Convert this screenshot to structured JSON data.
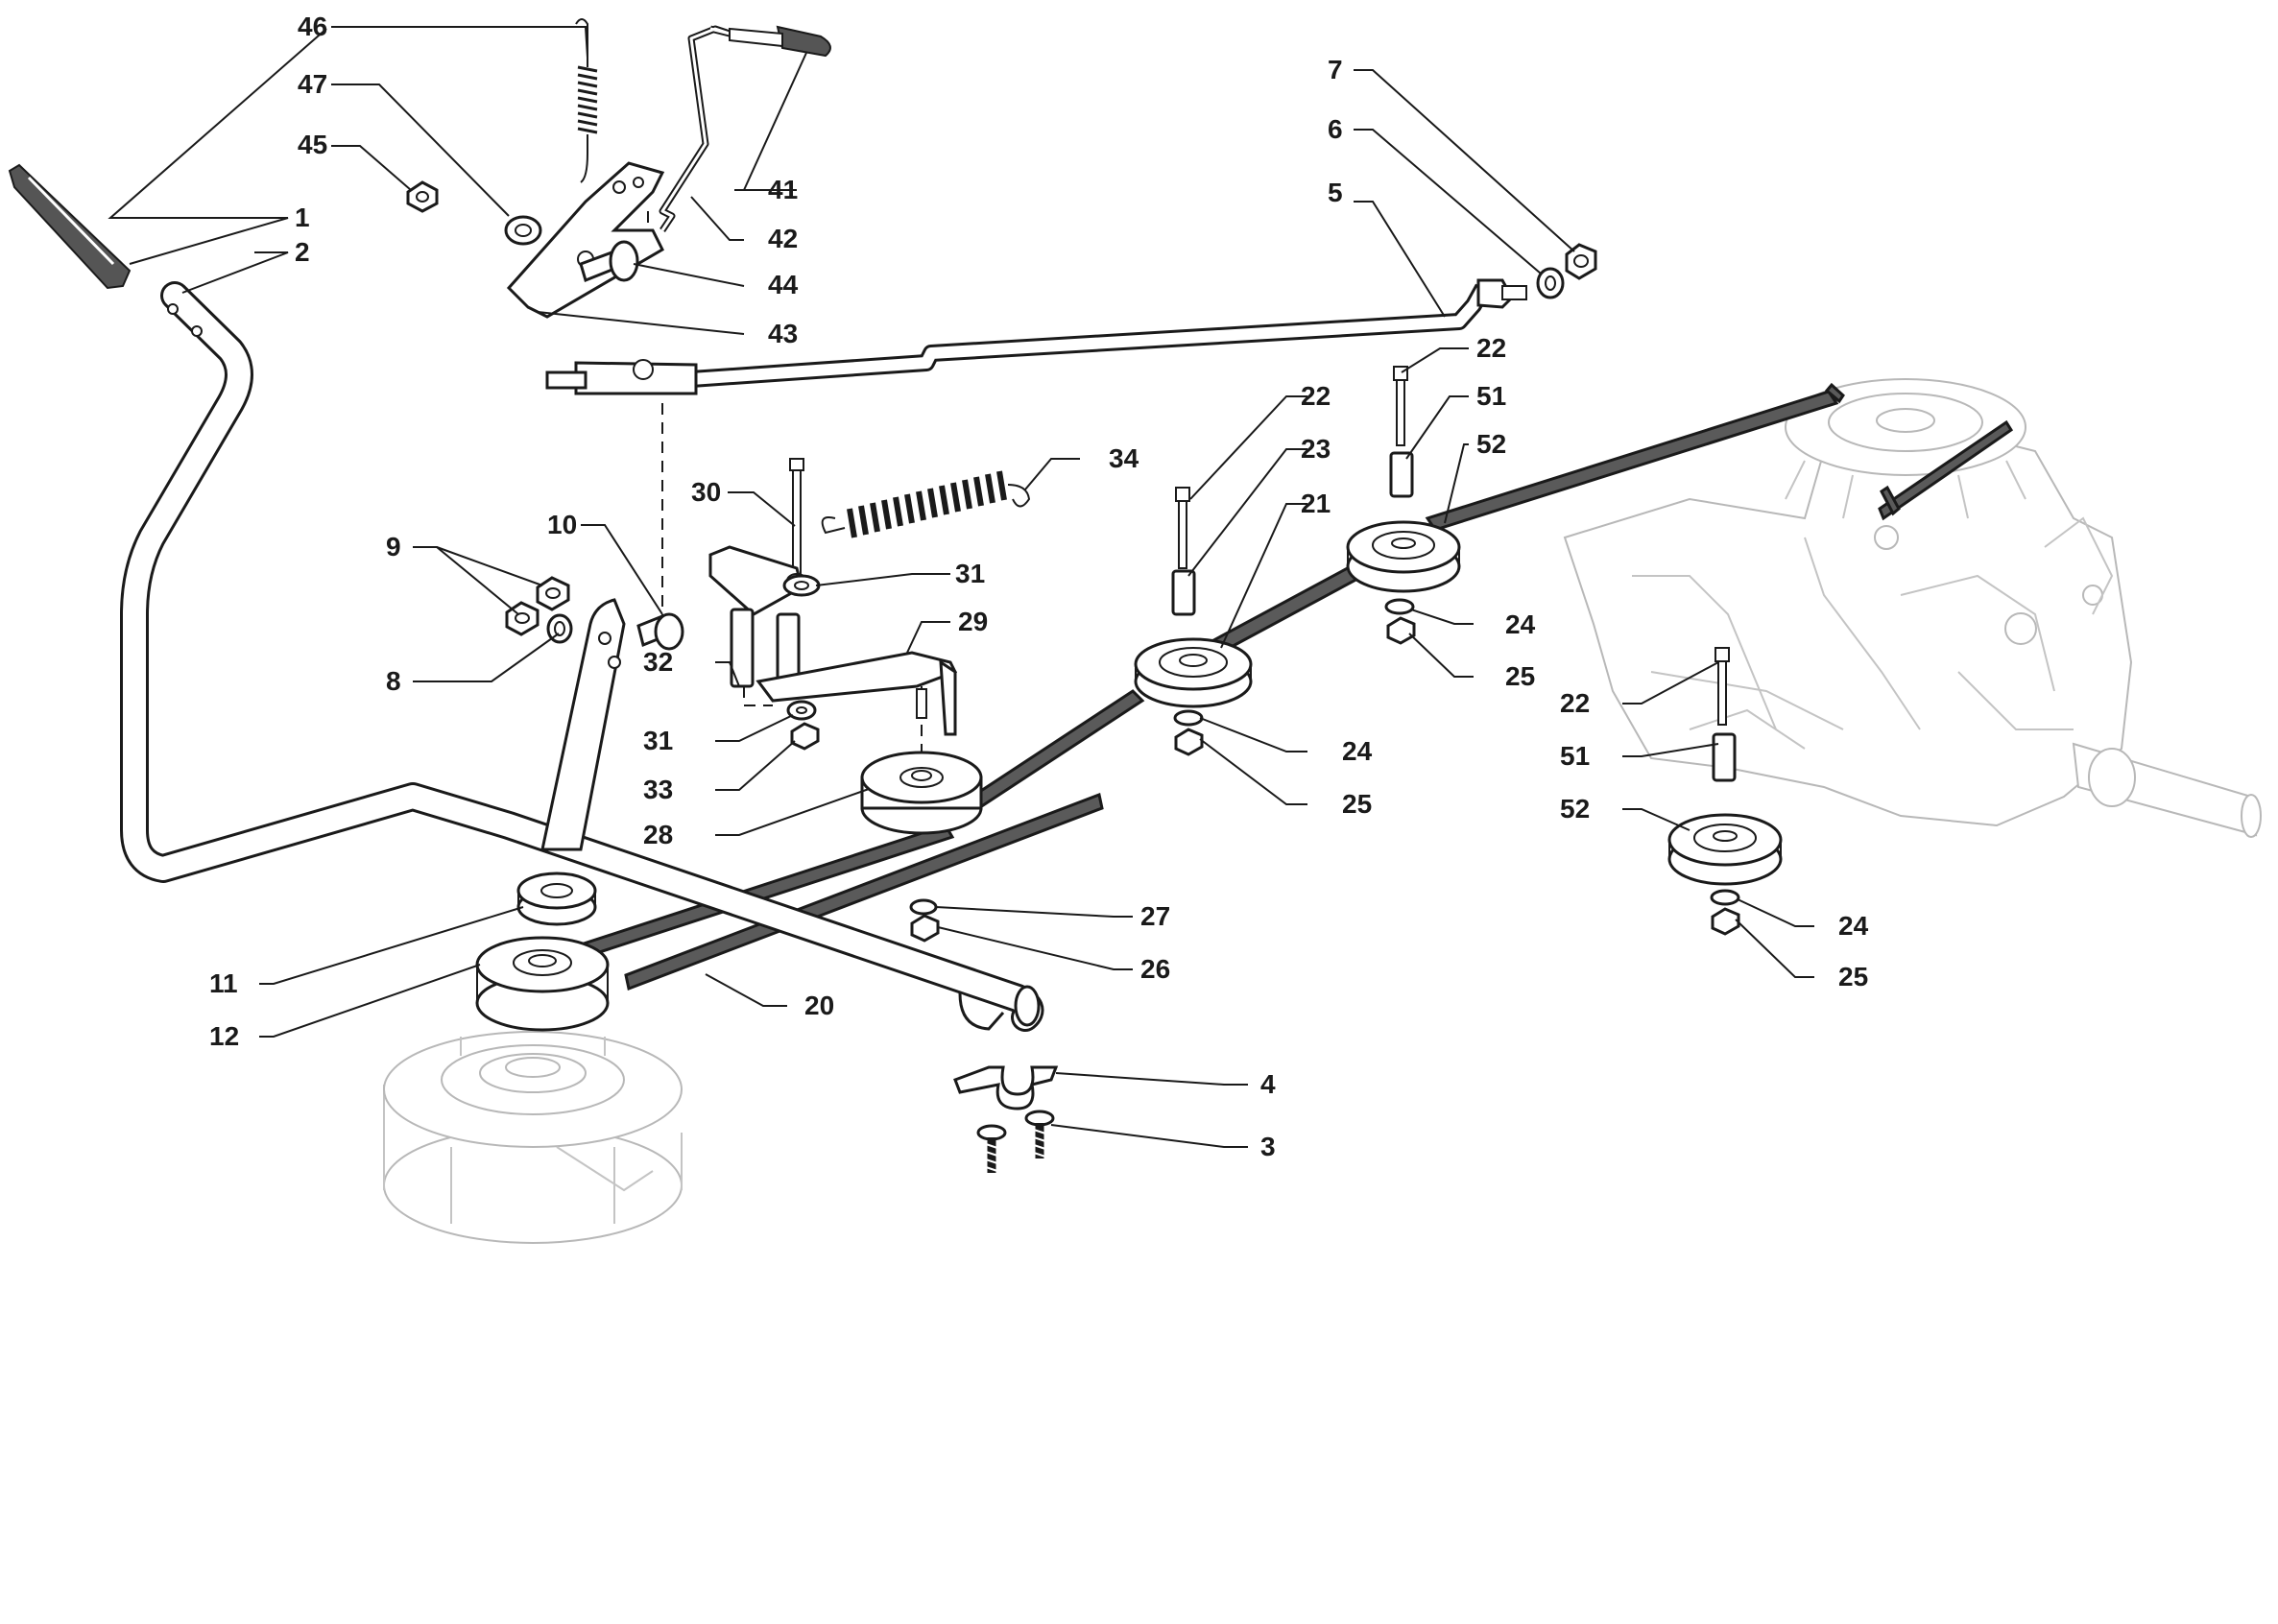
{
  "callouts": [
    {
      "id": "c1",
      "label": "1"
    },
    {
      "id": "c2",
      "label": "2"
    },
    {
      "id": "c3",
      "label": "3"
    },
    {
      "id": "c4",
      "label": "4"
    },
    {
      "id": "c5",
      "label": "5"
    },
    {
      "id": "c6",
      "label": "6"
    },
    {
      "id": "c7",
      "label": "7"
    },
    {
      "id": "c8",
      "label": "8"
    },
    {
      "id": "c9",
      "label": "9"
    },
    {
      "id": "c10",
      "label": "10"
    },
    {
      "id": "c11",
      "label": "11"
    },
    {
      "id": "c12",
      "label": "12"
    },
    {
      "id": "c20",
      "label": "20"
    },
    {
      "id": "c21",
      "label": "21"
    },
    {
      "id": "c22a",
      "label": "22"
    },
    {
      "id": "c22b",
      "label": "22"
    },
    {
      "id": "c22c",
      "label": "22"
    },
    {
      "id": "c23",
      "label": "23"
    },
    {
      "id": "c24a",
      "label": "24"
    },
    {
      "id": "c24b",
      "label": "24"
    },
    {
      "id": "c24c",
      "label": "24"
    },
    {
      "id": "c25a",
      "label": "25"
    },
    {
      "id": "c25b",
      "label": "25"
    },
    {
      "id": "c25c",
      "label": "25"
    },
    {
      "id": "c26",
      "label": "26"
    },
    {
      "id": "c27",
      "label": "27"
    },
    {
      "id": "c28",
      "label": "28"
    },
    {
      "id": "c29",
      "label": "29"
    },
    {
      "id": "c30",
      "label": "30"
    },
    {
      "id": "c31a",
      "label": "31"
    },
    {
      "id": "c31b",
      "label": "31"
    },
    {
      "id": "c32",
      "label": "32"
    },
    {
      "id": "c33",
      "label": "33"
    },
    {
      "id": "c34",
      "label": "34"
    },
    {
      "id": "c41",
      "label": "41"
    },
    {
      "id": "c42",
      "label": "42"
    },
    {
      "id": "c43",
      "label": "43"
    },
    {
      "id": "c44",
      "label": "44"
    },
    {
      "id": "c45",
      "label": "45"
    },
    {
      "id": "c46",
      "label": "46"
    },
    {
      "id": "c47",
      "label": "47"
    },
    {
      "id": "c51a",
      "label": "51"
    },
    {
      "id": "c51b",
      "label": "51"
    },
    {
      "id": "c52a",
      "label": "52"
    },
    {
      "id": "c52b",
      "label": "52"
    }
  ]
}
